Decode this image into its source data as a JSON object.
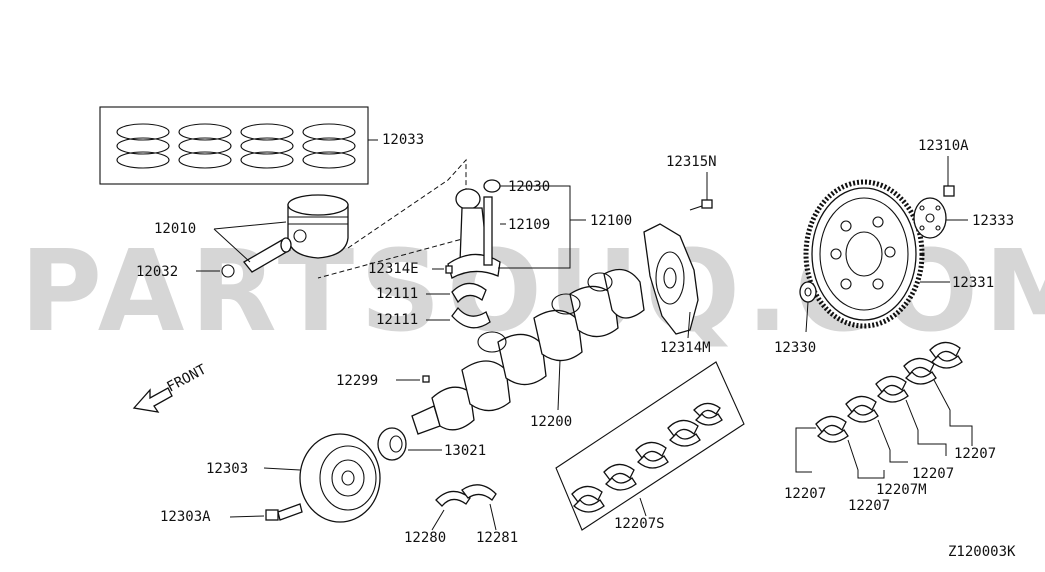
{
  "watermark": "PARTSOUQ.COM",
  "diagram_code": "Z120003K",
  "front_label": "FRONT",
  "labels": {
    "p12033": "12033",
    "p12030": "12030",
    "p12109": "12109",
    "p12100": "12100",
    "p12010": "12010",
    "p12032": "12032",
    "p12314E": "12314E",
    "p12111a": "12111",
    "p12111b": "12111",
    "p12315N": "12315N",
    "p12314M": "12314M",
    "p12310A": "12310A",
    "p12333": "12333",
    "p12331": "12331",
    "p12330": "12330",
    "p12299": "12299",
    "p12200": "12200",
    "p13021": "13021",
    "p12303": "12303",
    "p12303A": "12303A",
    "p12280": "12280",
    "p12281": "12281",
    "p12207S": "12207S",
    "p12207a": "12207",
    "p12207b": "12207",
    "p12207c": "12207",
    "p12207d": "12207",
    "p12207M": "12207M"
  }
}
